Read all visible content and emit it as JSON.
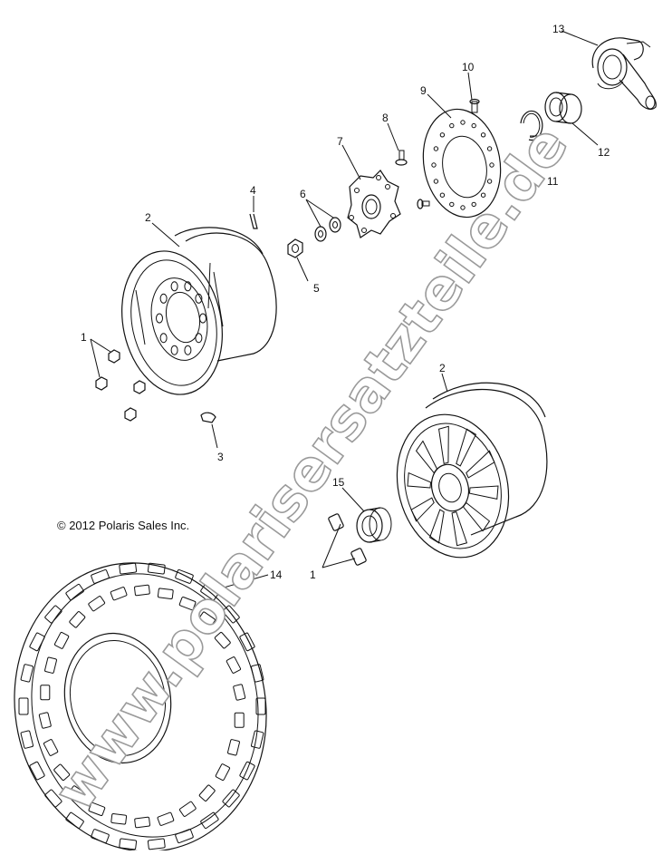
{
  "copyright": "© 2012 Polaris Sales Inc.",
  "watermark": "www.polarisersatzteile.de",
  "callouts": {
    "c1a": "1",
    "c1b": "1",
    "c2a": "2",
    "c2b": "2",
    "c3": "3",
    "c4": "4",
    "c5": "5",
    "c6": "6",
    "c7": "7",
    "c8": "8",
    "c9": "9",
    "c10": "10",
    "c11": "11",
    "c12": "12",
    "c13": "13",
    "c14": "14",
    "c15": "15"
  }
}
